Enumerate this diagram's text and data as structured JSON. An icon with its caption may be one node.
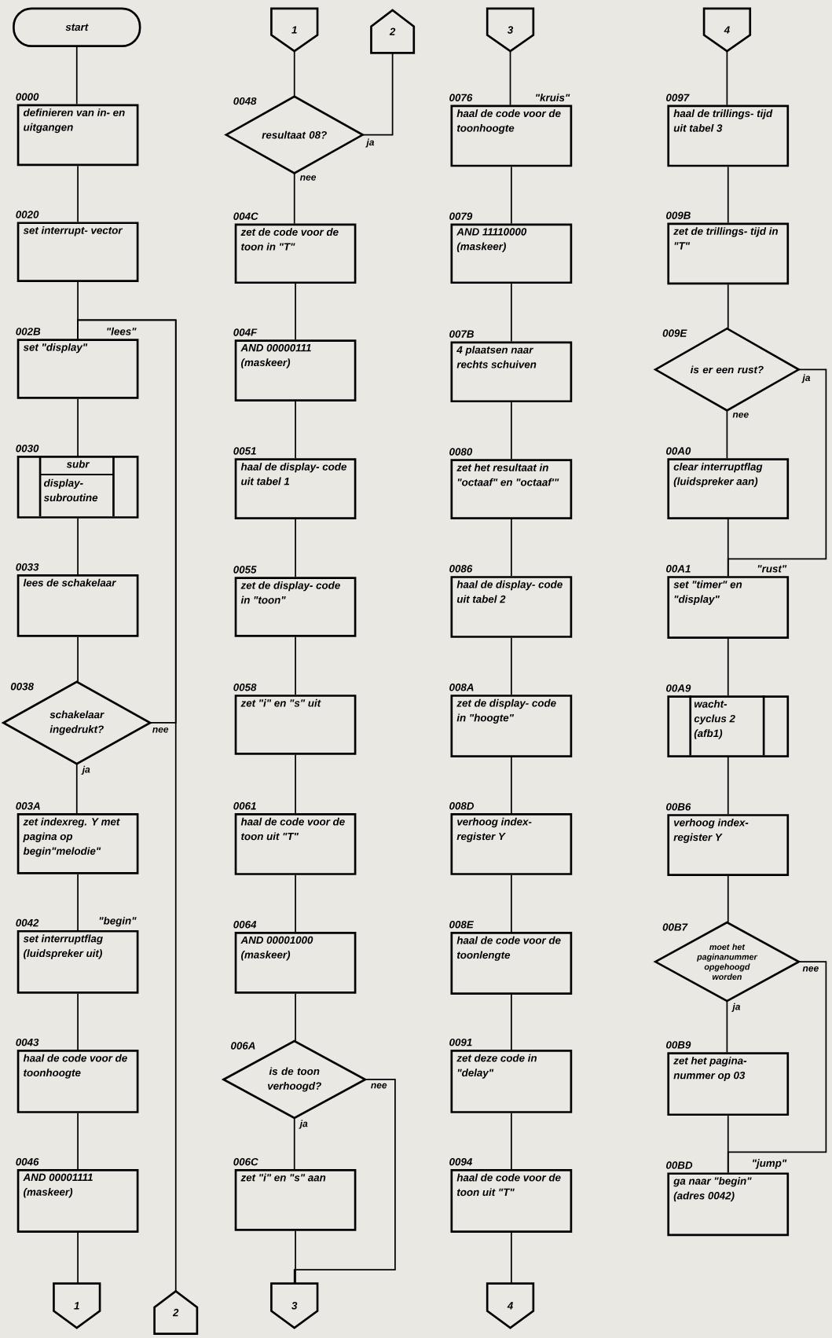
{
  "diagram": {
    "nodes": [
      {
        "text": [
          "start"
        ]
      },
      {
        "text": [
          "definieren van in- en uitgangen"
        ],
        "beside": [
          "0000"
        ]
      },
      {
        "text": [
          "set interrupt- vector"
        ],
        "beside": [
          "0020"
        ]
      },
      {
        "text": [
          "set \"display\""
        ],
        "beside": [
          "002B",
          "\"lees\""
        ]
      },
      {
        "text": [
          "subr",
          "display- subroutine"
        ],
        "beside": [
          "0030"
        ]
      },
      {
        "text": [
          "lees de schakelaar"
        ],
        "beside": [
          "0033"
        ]
      },
      {
        "text": [
          "schakelaar ingedrukt?"
        ],
        "beside": [
          "0038"
        ]
      },
      {
        "text": [
          "zet indexreg. Y met pagina op begin\"melodie\""
        ],
        "beside": [
          "003A"
        ]
      },
      {
        "text": [
          "set interruptflag (luidspreker uit)"
        ],
        "beside": [
          "0042",
          "\"begin\""
        ]
      },
      {
        "text": [
          "haal de code voor de toonhoogte"
        ],
        "beside": [
          "0043"
        ]
      },
      {
        "text": [
          "AND 00001111 (maskeer)"
        ],
        "beside": [
          "0046"
        ]
      },
      {
        "text": [
          "1"
        ]
      },
      {
        "text": [
          "2"
        ]
      },
      {
        "text": [
          "1"
        ]
      },
      {
        "text": [
          "2"
        ]
      },
      {
        "text": [
          "resultaat 08?"
        ],
        "beside": [
          "0048"
        ]
      },
      {
        "text": [
          "zet de code voor de toon in \"T\""
        ],
        "beside": [
          "004C"
        ]
      },
      {
        "text": [
          "AND 00000111 (maskeer)"
        ],
        "beside": [
          "004F"
        ]
      },
      {
        "text": [
          "haal de display- code uit tabel 1"
        ],
        "beside": [
          "0051"
        ]
      },
      {
        "text": [
          "zet de display- code in \"toon\""
        ],
        "beside": [
          "0055"
        ]
      },
      {
        "text": [
          "zet \"i\" en \"s\" uit"
        ],
        "beside": [
          "0058"
        ]
      },
      {
        "text": [
          "haal de code voor de toon uit \"T\""
        ],
        "beside": [
          "0061"
        ]
      },
      {
        "text": [
          "AND 00001000 (maskeer)"
        ],
        "beside": [
          "0064"
        ]
      },
      {
        "text": [
          "is de toon verhoogd?"
        ],
        "beside": [
          "006A"
        ]
      },
      {
        "text": [
          "zet \"i\" en \"s\" aan"
        ],
        "beside": [
          "006C"
        ]
      },
      {
        "text": [
          "3"
        ]
      },
      {
        "text": [
          "3"
        ]
      },
      {
        "text": [
          "haal de code voor de toonhoogte"
        ],
        "beside": [
          "0076",
          "\"kruis\""
        ]
      },
      {
        "text": [
          "AND 11110000 (maskeer)"
        ],
        "beside": [
          "0079"
        ]
      },
      {
        "text": [
          "4 plaatsen naar rechts schuiven"
        ],
        "beside": [
          "007B"
        ]
      },
      {
        "text": [
          "zet het resultaat in \"octaaf\" en \"octaaf'\""
        ],
        "beside": [
          "0080"
        ]
      },
      {
        "text": [
          "haal de display- code uit tabel 2"
        ],
        "beside": [
          "0086"
        ]
      },
      {
        "text": [
          "zet de display- code in \"hoogte\""
        ],
        "beside": [
          "008A"
        ]
      },
      {
        "text": [
          "verhoog index- register Y"
        ],
        "beside": [
          "008D"
        ]
      },
      {
        "text": [
          "haal de code voor de toonlengte"
        ],
        "beside": [
          "008E"
        ]
      },
      {
        "text": [
          "zet deze code in \"delay\""
        ],
        "beside": [
          "0091"
        ]
      },
      {
        "text": [
          "haal de code voor de toon uit \"T\""
        ],
        "beside": [
          "0094"
        ]
      },
      {
        "text": [
          "4"
        ]
      },
      {
        "text": [
          "4"
        ]
      },
      {
        "text": [
          "haal de trillings- tijd uit tabel 3"
        ],
        "beside": [
          "0097"
        ]
      },
      {
        "text": [
          "zet de trillings- tijd in \"T\""
        ],
        "beside": [
          "009B"
        ]
      },
      {
        "text": [
          "is er een rust?"
        ],
        "beside": [
          "009E"
        ]
      },
      {
        "text": [
          "clear interruptflag (luidspreker aan)"
        ],
        "beside": [
          "00A0"
        ]
      },
      {
        "text": [
          "set \"timer\" en \"display\""
        ],
        "beside": [
          "00A1",
          "\"rust\""
        ]
      },
      {
        "text": [
          "wacht- cyclus 2 (afb1)"
        ],
        "beside": [
          "00A9"
        ]
      },
      {
        "text": [
          "verhoog index- register Y"
        ],
        "beside": [
          "00B6"
        ]
      },
      {
        "text": [
          "moet het paginanummer opgehoogd worden"
        ],
        "beside": [
          "00B7"
        ]
      },
      {
        "text": [
          "zet het pagina- nummer op 03"
        ],
        "beside": [
          "00B9"
        ]
      },
      {
        "text": [
          "ga naar \"begin\" (adres 0042)"
        ],
        "beside": [
          "00BD",
          "\"jump\""
        ]
      }
    ],
    "edges": [
      {
        "from": 0,
        "to": 1,
        "arrow": "none"
      },
      {
        "from": 1,
        "to": 2,
        "arrow": "none"
      },
      {
        "from": 2,
        "to": 3,
        "arrow": "none"
      },
      {
        "from": 3,
        "to": 4,
        "arrow": "none"
      },
      {
        "from": 4,
        "to": 5,
        "arrow": "none"
      },
      {
        "from": 5,
        "to": 6,
        "arrow": "none"
      },
      {
        "from": 6,
        "to": 7,
        "arrow": "none",
        "label": "ja"
      },
      {
        "from": 6,
        "to": 3,
        "arrow": "none",
        "label": "nee"
      },
      {
        "from": 7,
        "to": 8,
        "arrow": "none"
      },
      {
        "from": 8,
        "to": 9,
        "arrow": "none"
      },
      {
        "from": 9,
        "to": 10,
        "arrow": "none"
      },
      {
        "from": 10,
        "to": 11,
        "arrow": "none"
      },
      {
        "from": 12,
        "to": 3,
        "arrow": "none"
      },
      {
        "from": 13,
        "to": 15,
        "arrow": "none"
      },
      {
        "from": 15,
        "to": 14,
        "arrow": "none",
        "label": "ja"
      },
      {
        "from": 15,
        "to": 16,
        "arrow": "none",
        "label": "nee"
      },
      {
        "from": 16,
        "to": 17,
        "arrow": "none"
      },
      {
        "from": 17,
        "to": 18,
        "arrow": "none"
      },
      {
        "from": 18,
        "to": 19,
        "arrow": "none"
      },
      {
        "from": 19,
        "to": 20,
        "arrow": "none"
      },
      {
        "from": 20,
        "to": 21,
        "arrow": "none"
      },
      {
        "from": 21,
        "to": 22,
        "arrow": "none"
      },
      {
        "from": 22,
        "to": 23,
        "arrow": "none"
      },
      {
        "from": 23,
        "to": 24,
        "arrow": "none",
        "label": "ja"
      },
      {
        "from": 23,
        "to": 25,
        "arrow": "none",
        "label": "nee"
      },
      {
        "from": 24,
        "to": 25,
        "arrow": "none"
      },
      {
        "from": 26,
        "to": 27,
        "arrow": "none"
      },
      {
        "from": 27,
        "to": 28,
        "arrow": "none"
      },
      {
        "from": 28,
        "to": 29,
        "arrow": "none"
      },
      {
        "from": 29,
        "to": 30,
        "arrow": "none"
      },
      {
        "from": 30,
        "to": 31,
        "arrow": "none"
      },
      {
        "from": 31,
        "to": 32,
        "arrow": "none"
      },
      {
        "from": 32,
        "to": 33,
        "arrow": "none"
      },
      {
        "from": 33,
        "to": 34,
        "arrow": "none"
      },
      {
        "from": 34,
        "to": 35,
        "arrow": "none"
      },
      {
        "from": 35,
        "to": 36,
        "arrow": "none"
      },
      {
        "from": 36,
        "to": 37,
        "arrow": "none"
      },
      {
        "from": 38,
        "to": 39,
        "arrow": "none"
      },
      {
        "from": 39,
        "to": 40,
        "arrow": "none"
      },
      {
        "from": 40,
        "to": 41,
        "arrow": "none"
      },
      {
        "from": 41,
        "to": 42,
        "arrow": "none",
        "label": "nee"
      },
      {
        "from": 41,
        "to": 43,
        "arrow": "none",
        "label": "ja"
      },
      {
        "from": 42,
        "to": 43,
        "arrow": "none"
      },
      {
        "from": 43,
        "to": 44,
        "arrow": "none"
      },
      {
        "from": 44,
        "to": 45,
        "arrow": "none"
      },
      {
        "from": 45,
        "to": 46,
        "arrow": "none"
      },
      {
        "from": 46,
        "to": 47,
        "arrow": "none",
        "label": "ja"
      },
      {
        "from": 46,
        "to": 48,
        "arrow": "none",
        "label": "nee"
      },
      {
        "from": 47,
        "to": 48,
        "arrow": "none"
      }
    ]
  }
}
